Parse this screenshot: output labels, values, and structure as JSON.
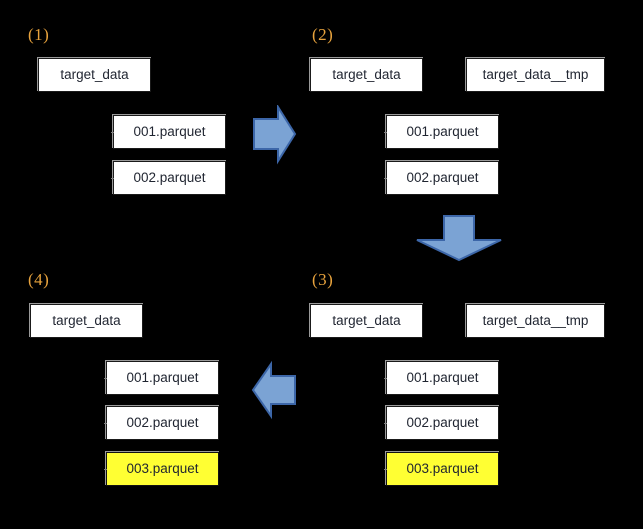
{
  "diagram": {
    "title_colors": {
      "background": "#000000",
      "panel_label": "#E8A33D",
      "node_fill": "#FFFFFF",
      "node_border": "#1A1A1A",
      "node_text": "#1F2430",
      "highlight_fill": "#FFFF33",
      "arrow_fill": "#7BA3D4",
      "arrow_stroke": "#3C66A8"
    },
    "panels": [
      {
        "label": "(1)",
        "root": {
          "label": "target_data"
        },
        "children": [
          {
            "label": "001.parquet",
            "highlight": false
          },
          {
            "label": "002.parquet",
            "highlight": false
          }
        ],
        "tmp": null
      },
      {
        "label": "(2)",
        "root": {
          "label": "target_data"
        },
        "children": [
          {
            "label": "001.parquet",
            "highlight": false
          },
          {
            "label": "002.parquet",
            "highlight": false
          }
        ],
        "tmp": {
          "label": "target_data__tmp"
        }
      },
      {
        "label": "(3)",
        "root": {
          "label": "target_data"
        },
        "children": [
          {
            "label": "001.parquet",
            "highlight": false
          },
          {
            "label": "002.parquet",
            "highlight": false
          },
          {
            "label": "003.parquet",
            "highlight": true
          }
        ],
        "tmp": {
          "label": "target_data__tmp"
        }
      },
      {
        "label": "(4)",
        "root": {
          "label": "target_data"
        },
        "children": [
          {
            "label": "001.parquet",
            "highlight": false
          },
          {
            "label": "002.parquet",
            "highlight": false
          },
          {
            "label": "003.parquet",
            "highlight": true
          }
        ],
        "tmp": null
      }
    ],
    "arrows": [
      {
        "name": "arrow-right-step1-to-step2",
        "direction": "right"
      },
      {
        "name": "arrow-down-step2-to-step3",
        "direction": "down"
      },
      {
        "name": "arrow-left-step3-to-step4",
        "direction": "left"
      }
    ]
  }
}
